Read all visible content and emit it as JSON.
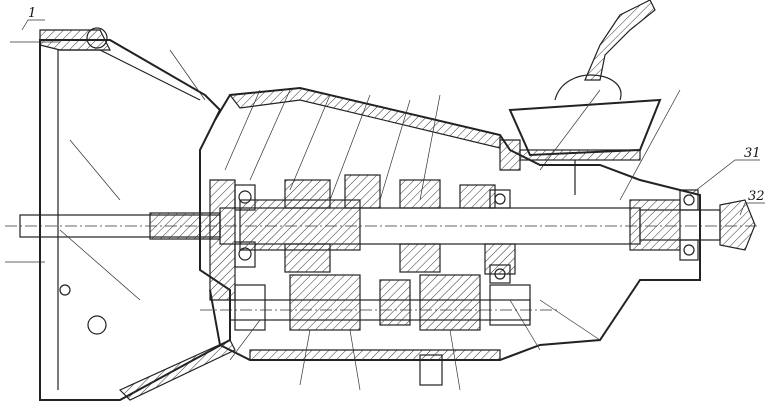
{
  "diagram": {
    "labels": [
      {
        "id": "callout-1",
        "text": "1"
      },
      {
        "id": "callout-31",
        "text": "31"
      },
      {
        "id": "callout-32",
        "text": "32"
      }
    ],
    "colors": {
      "ink": "#222222",
      "paper": "#ffffff"
    }
  }
}
